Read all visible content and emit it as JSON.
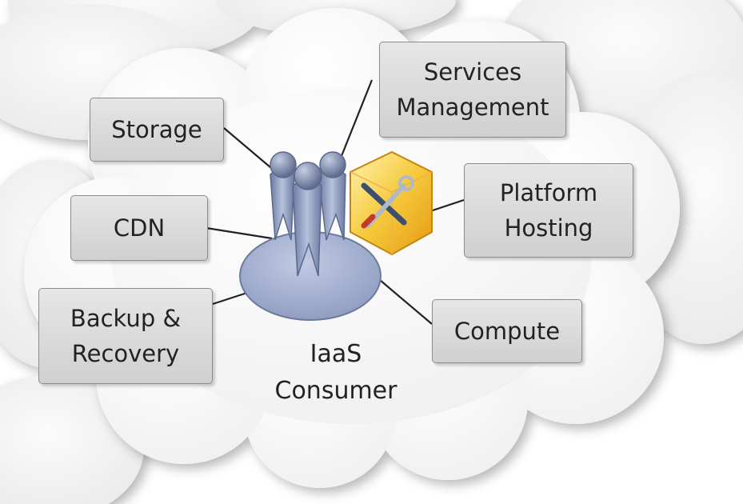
{
  "nodes": {
    "storage": "Storage",
    "services": "Services\nManagement",
    "cdn": "CDN",
    "platform": "Platform\nHosting",
    "backup": "Backup &\nRecovery",
    "compute": "Compute"
  },
  "center": {
    "label": "IaaS\nConsumer"
  },
  "icons": {
    "users": "user-group-icon",
    "tools": "tools-cube-icon"
  },
  "colors": {
    "cloud_fill": "#f8f8f8",
    "cloud_shadow": "#bdbdbd",
    "box_fill": "#dcdcdc",
    "user_fill": "#8d9fc3",
    "base_fill": "#a7b4d6",
    "cube_fill": "#f3c033"
  }
}
